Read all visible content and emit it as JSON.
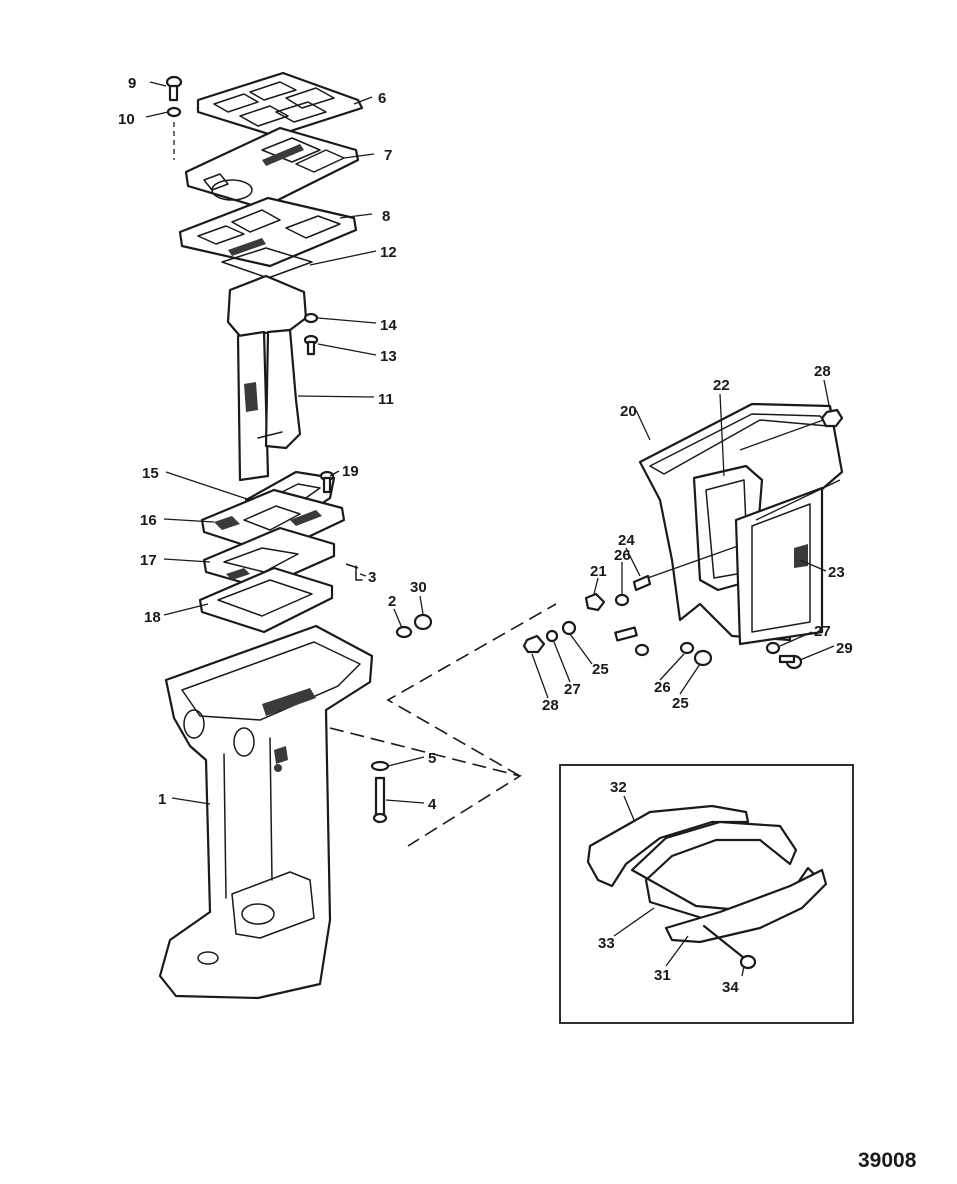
{
  "figure_number": "39008",
  "callouts": {
    "c1": "1",
    "c2": "2",
    "c3": "3",
    "c4": "4",
    "c5": "5",
    "c6": "6",
    "c7": "7",
    "c8": "8",
    "c9": "9",
    "c10": "10",
    "c11": "11",
    "c12": "12",
    "c13": "13",
    "c14": "14",
    "c15": "15",
    "c16": "16",
    "c17": "17",
    "c18": "18",
    "c19": "19",
    "c20": "20",
    "c21": "21",
    "c22": "22",
    "c23": "23",
    "c24": "24",
    "c25a": "25",
    "c25b": "25",
    "c26a": "26",
    "c26b": "26",
    "c27a": "27",
    "c27b": "27",
    "c28a": "28",
    "c28b": "28",
    "c29": "29",
    "c30": "30",
    "c31": "31",
    "c32": "32",
    "c33": "33",
    "c34": "34"
  }
}
